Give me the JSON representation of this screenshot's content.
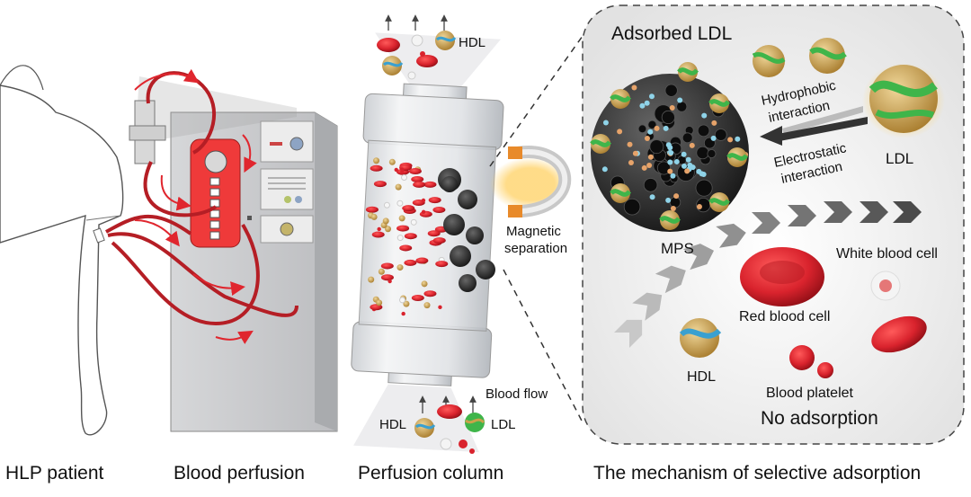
{
  "captions": {
    "patient": "HLP patient",
    "perfusion": "Blood perfusion",
    "column": "Perfusion column",
    "mechanism": "The mechanism of selective adsorption"
  },
  "column_labels": {
    "hdl_top": "HDL",
    "hdl_bottom": "HDL",
    "ldl_bottom": "LDL",
    "blood_flow": "Blood flow",
    "magnetic_line1": "Magnetic",
    "magnetic_line2": "separation"
  },
  "mechanism_labels": {
    "adsorbed_ldl": "Adsorbed LDL",
    "hydrophobic_line1": "Hydrophobic",
    "hydrophobic_line2": "interaction",
    "electrostatic_line1": "Electrostatic",
    "electrostatic_line2": "interaction",
    "ldl": "LDL",
    "mps": "MPS",
    "white_blood_cell": "White blood cell",
    "red_blood_cell": "Red blood cell",
    "hdl": "HDL",
    "blood_platelet": "Blood platelet",
    "no_adsorption": "No adsorption"
  },
  "colors": {
    "blood": "#d9232d",
    "ldl_green": "#3fb54a",
    "particle_gold": "#c9a24a",
    "mps_dark": "#2b2b2b",
    "panel_bg": "#efefef"
  }
}
